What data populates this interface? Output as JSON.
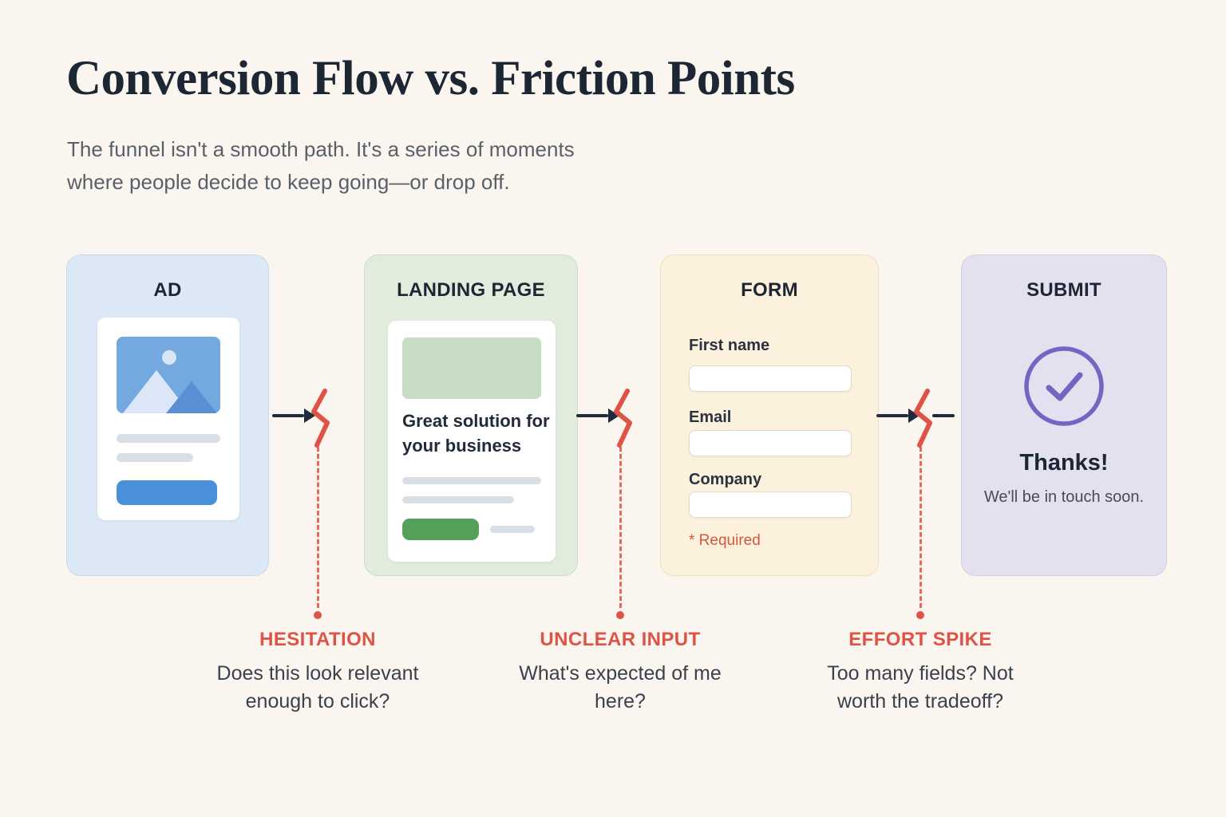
{
  "header": {
    "title": "Conversion Flow vs. Friction Points",
    "subtitle_line1": "The funnel isn't a smooth path. It's a series of moments",
    "subtitle_line2": "where people decide to keep going—or drop off."
  },
  "stages": [
    {
      "label": "AD"
    },
    {
      "label": "LANDING PAGE",
      "headline": "Great solution for your business"
    },
    {
      "label": "FORM",
      "fields": [
        "First name",
        "Email",
        "Company"
      ],
      "required_note": "* Required"
    },
    {
      "label": "SUBMIT",
      "thanks": "Thanks!",
      "message": "We'll be in touch soon."
    }
  ],
  "frictions": [
    {
      "label": "HESITATION",
      "description": "Does this look relevant enough to click?"
    },
    {
      "label": "UNCLEAR INPUT",
      "description": "What's expected of me here?"
    },
    {
      "label": "EFFORT SPIKE",
      "description": "Too many fields? Not worth the tradeoff?"
    }
  ],
  "colors": {
    "background": "#faf6ef",
    "heading": "#1d2633",
    "friction_red": "#dd5346",
    "arrow_dark": "#1e2b3b",
    "ad_card_bg": "#dce8f6",
    "landing_card_bg": "#e1ecdd",
    "form_card_bg": "#fbf1dc",
    "submit_card_bg": "#e3e0ef",
    "accent_blue": "#4a90d9",
    "accent_green": "#55a058",
    "accent_purple": "#7266c2"
  }
}
